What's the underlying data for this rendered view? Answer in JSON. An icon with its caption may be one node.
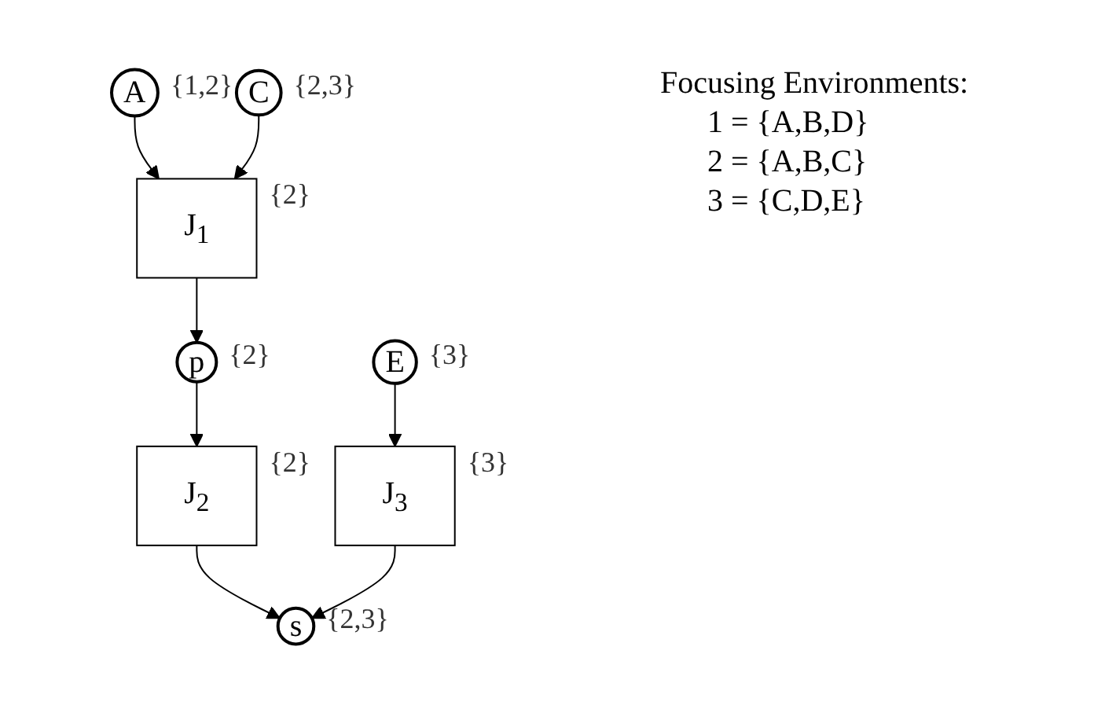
{
  "diagram": {
    "nodes": [
      {
        "text": [
          "A"
        ],
        "beside": [
          "{1,2}"
        ]
      },
      {
        "text": [
          "C"
        ],
        "beside": [
          "{2,3}"
        ]
      },
      {
        "text": [
          "J$_{1}$"
        ],
        "beside": [
          "{2}"
        ]
      },
      {
        "text": [
          "p"
        ],
        "beside": [
          "{2}"
        ]
      },
      {
        "text": [
          "E"
        ],
        "beside": [
          "{3}"
        ]
      },
      {
        "text": [
          "J$_{2}$"
        ],
        "beside": [
          "{2}"
        ]
      },
      {
        "text": [
          "J$_{3}$"
        ],
        "beside": [
          "{3}"
        ]
      },
      {
        "text": [
          "s"
        ],
        "beside": [
          "{2,3}"
        ]
      }
    ],
    "edges": [
      {
        "from": 0,
        "to": 2,
        "arrow": "to"
      },
      {
        "from": 1,
        "to": 2,
        "arrow": "to"
      },
      {
        "from": 2,
        "to": 3,
        "arrow": "to"
      },
      {
        "from": 3,
        "to": 5,
        "arrow": "to"
      },
      {
        "from": 4,
        "to": 6,
        "arrow": "to"
      },
      {
        "from": 5,
        "to": 7,
        "arrow": "to"
      },
      {
        "from": 6,
        "to": 7,
        "arrow": "to"
      }
    ],
    "labels": [
      "Focusing Environments:",
      "1 = {A,B,D}",
      "2 = {A,B,C}",
      "3 = {C,D,E}"
    ]
  }
}
